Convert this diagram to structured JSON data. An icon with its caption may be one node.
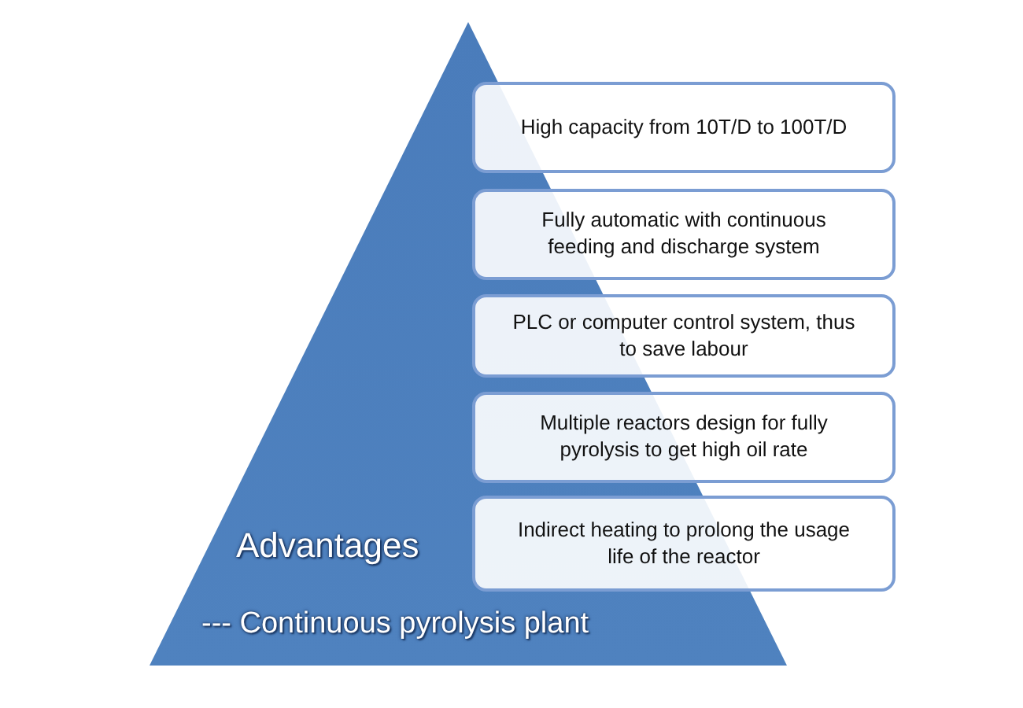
{
  "diagram": {
    "nodes": [
      {
        "text": [
          "Advantages",
          "--- Continuous pyrolysis plant"
        ]
      },
      {
        "text": [
          "High capacity from 10T/D to 100T/D"
        ]
      },
      {
        "text": [
          "Fully automatic with continuous feeding and discharge system"
        ]
      },
      {
        "text": [
          "PLC or computer control system, thus to save labour"
        ]
      },
      {
        "text": [
          "Multiple reactors design for fully pyrolysis to get high oil rate"
        ]
      },
      {
        "text": [
          "Indirect heating to prolong the usage life of the reactor"
        ]
      }
    ]
  }
}
